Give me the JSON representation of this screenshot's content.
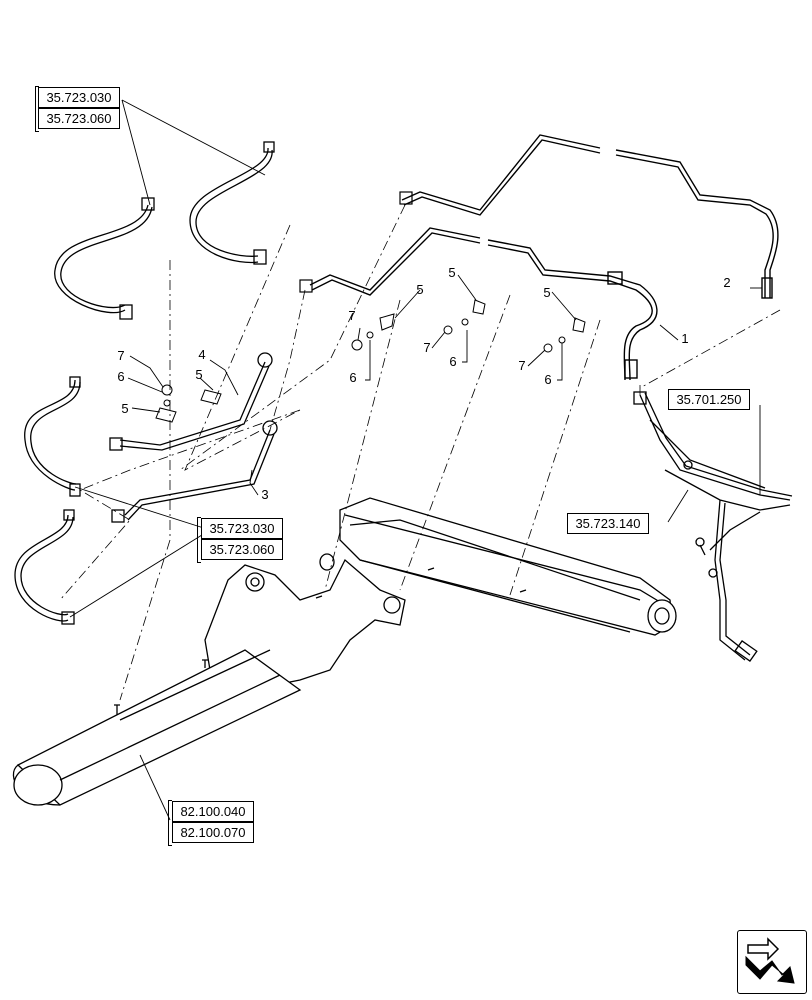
{
  "references": {
    "upper_left": [
      "35.723.030",
      "35.723.060"
    ],
    "middle": [
      "35.723.030",
      "35.723.060"
    ],
    "right_upper": "35.701.250",
    "right_lower": "35.723.140",
    "bottom": [
      "82.100.040",
      "82.100.070"
    ]
  },
  "callouts": {
    "c1": "1",
    "c2": "2",
    "c3": "3",
    "c4": "4",
    "c5a": "5",
    "c5b": "5",
    "c5c": "5",
    "c5d": "5",
    "c5e": "5",
    "c6a": "6",
    "c6b": "6",
    "c6c": "6",
    "c6d": "6",
    "c7a": "7",
    "c7b": "7",
    "c7c": "7",
    "c7d": "7"
  },
  "icons": {
    "navigation": "next-page-arrow-icon"
  }
}
